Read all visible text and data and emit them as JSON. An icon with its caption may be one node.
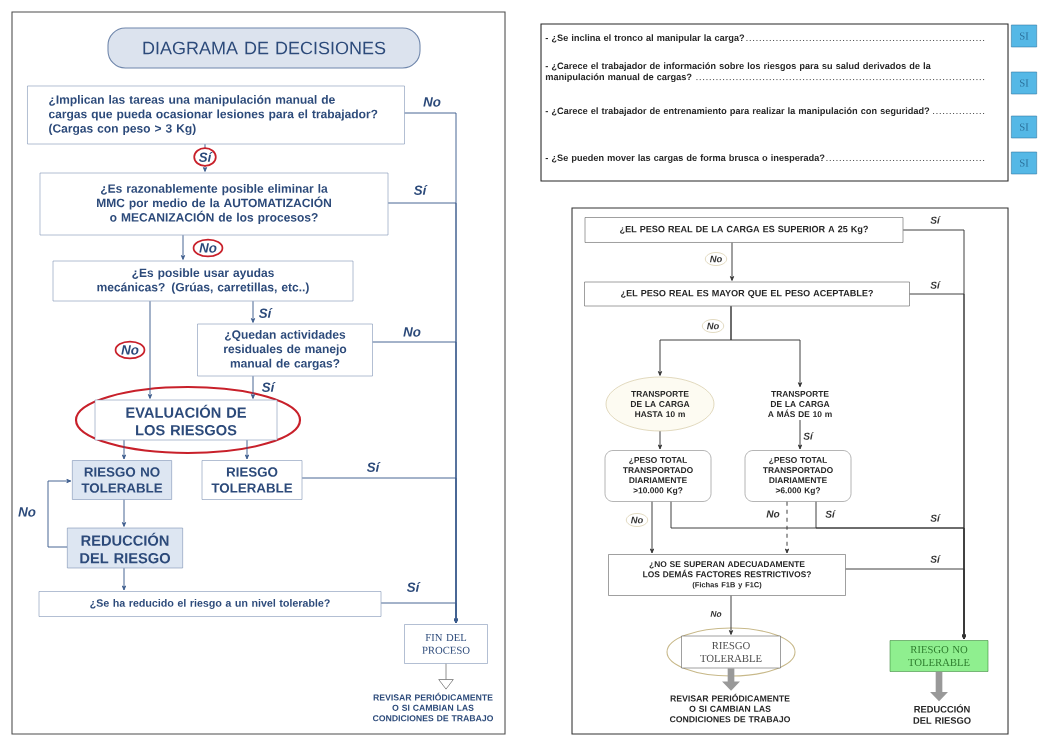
{
  "diagram": {
    "nodes": [
      {
        "text": [
          "DIAGRAMA DE DECISIONES"
        ]
      },
      {
        "text": [
          "¿Implican las tareas una manipulación manual de cargas que pueda ocasionar lesiones para el trabajador? (Cargas con peso > 3 Kg)"
        ]
      },
      {
        "text": [
          "¿Es razonablemente posible eliminar la MMC por medio de la AUTOMATIZACIÓN o MECANIZACIÓN de los procesos?"
        ]
      },
      {
        "text": [
          "¿Es posible usar ayudas mecánicas? (Grúas, carretillas, etc..)"
        ]
      },
      {
        "text": [
          "¿Quedan actividades residuales de manejo manual de cargas?"
        ]
      },
      {
        "text": [
          "EVALUACIÓN DE LOS RIESGOS"
        ]
      },
      {
        "text": [
          "RIESGO NO TOLERABLE"
        ]
      },
      {
        "text": [
          "RIESGO TOLERABLE"
        ]
      },
      {
        "text": [
          "REDUCCIÓN DEL RIESGO"
        ]
      },
      {
        "text": [
          "¿Se ha reducido el riesgo a un nivel tolerable?"
        ]
      },
      {
        "text": [
          "FIN DEL PROCESO"
        ]
      },
      {
        "text": [
          "REVISAR PERIÓDICAMENTE O SI CAMBIAN LAS CONDICIONES DE TRABAJO"
        ]
      },
      {
        "text": [
          "- ¿Se inclina el tronco al manipular la carga?",
          "- ¿Carece el trabajador de información sobre los riesgos para su salud derivados de la manipulación manual de cargas?",
          "- ¿Carece el trabajador de entrenamiento para realizar la manipulación con seguridad?",
          "- ¿Se pueden mover las cargas de forma brusca o inesperada?"
        ]
      },
      {
        "text": [
          "SI"
        ]
      },
      {
        "text": [
          "SI"
        ]
      },
      {
        "text": [
          "SI"
        ]
      },
      {
        "text": [
          "SI"
        ]
      },
      {
        "text": [
          "¿EL PESO REAL DE LA CARGA ES SUPERIOR A 25 Kg?"
        ]
      },
      {
        "text": [
          "¿EL PESO REAL ES MAYOR QUE EL PESO ACEPTABLE?"
        ]
      },
      {
        "text": [
          "TRANSPORTE DE LA CARGA HASTA 10 m"
        ]
      },
      {
        "text": [
          "TRANSPORTE DE LA CARGA A MÁS DE 10 m"
        ]
      },
      {
        "text": [
          "¿PESO TOTAL TRANSPORTADO DIARIAMENTE >10.000 Kg?"
        ]
      },
      {
        "text": [
          "¿PESO TOTAL TRANSPORTADO DIARIAMENTE >6.000 Kg?"
        ]
      },
      {
        "text": [
          "¿NO SE SUPERAN ADECUADAMENTE LOS DEMÁS FACTORES RESTRICTIVOS?",
          "(Fichas F1B y F1C)"
        ]
      },
      {
        "text": [
          "RIESGO TOLERABLE"
        ]
      },
      {
        "text": [
          "RIESGO NO TOLERABLE"
        ]
      },
      {
        "text": [
          "REVISAR PERIÓDICAMENTE O SI CAMBIAN LAS CONDICIONES DE TRABAJO"
        ]
      },
      {
        "text": [
          "REDUCCIÓN DEL RIESGO"
        ]
      }
    ],
    "edges": [
      {
        "from": 1,
        "to": 10,
        "arrow": "to",
        "label": "No"
      },
      {
        "from": 1,
        "to": 2,
        "arrow": "to",
        "label": "Sí"
      },
      {
        "from": 2,
        "to": 10,
        "arrow": "to",
        "label": "Sí"
      },
      {
        "from": 2,
        "to": 3,
        "arrow": "to",
        "label": "No"
      },
      {
        "from": 3,
        "to": 5,
        "arrow": "to",
        "label": "No"
      },
      {
        "from": 3,
        "to": 4,
        "arrow": "to",
        "label": "Sí"
      },
      {
        "from": 4,
        "to": 10,
        "arrow": "to",
        "label": "No"
      },
      {
        "from": 4,
        "to": 5,
        "arrow": "to",
        "label": "Sí"
      },
      {
        "from": 5,
        "to": 6,
        "arrow": "to"
      },
      {
        "from": 5,
        "to": 7,
        "arrow": "to"
      },
      {
        "from": 7,
        "to": 10,
        "arrow": "to",
        "label": "Sí"
      },
      {
        "from": 6,
        "to": 8,
        "arrow": "to"
      },
      {
        "from": 8,
        "to": 6,
        "arrow": "to",
        "label": "No"
      },
      {
        "from": 8,
        "to": 9,
        "arrow": "to"
      },
      {
        "from": 9,
        "to": 10,
        "arrow": "to",
        "label": "Sí"
      },
      {
        "from": 10,
        "to": 11,
        "arrow": "to"
      },
      {
        "from": 17,
        "to": 25,
        "arrow": "to",
        "label": "Sí"
      },
      {
        "from": 17,
        "to": 18,
        "arrow": "to",
        "label": "No"
      },
      {
        "from": 18,
        "to": 25,
        "arrow": "to",
        "label": "Sí"
      },
      {
        "from": 18,
        "to": 19,
        "arrow": "to",
        "label": "No"
      },
      {
        "from": 18,
        "to": 20,
        "arrow": "to"
      },
      {
        "from": 19,
        "to": 21,
        "arrow": "to"
      },
      {
        "from": 20,
        "to": 22,
        "arrow": "to",
        "label": "Sí"
      },
      {
        "from": 21,
        "to": 23,
        "arrow": "to",
        "label": "No"
      },
      {
        "from": 21,
        "to": 25,
        "arrow": "to",
        "label": "Sí"
      },
      {
        "from": 22,
        "to": 23,
        "arrow": "to",
        "label": "No",
        "style": "dashed"
      },
      {
        "from": 22,
        "to": 25,
        "arrow": "to",
        "label": "Sí"
      },
      {
        "from": 23,
        "to": 25,
        "arrow": "to",
        "label": "Sí"
      },
      {
        "from": 23,
        "to": 24,
        "arrow": "to",
        "label": "No"
      },
      {
        "from": 24,
        "to": 26,
        "arrow": "to",
        "style": "thick",
        "color": "#999999"
      },
      {
        "from": 25,
        "to": 27,
        "arrow": "to",
        "style": "thick",
        "color": "#999999"
      }
    ]
  }
}
